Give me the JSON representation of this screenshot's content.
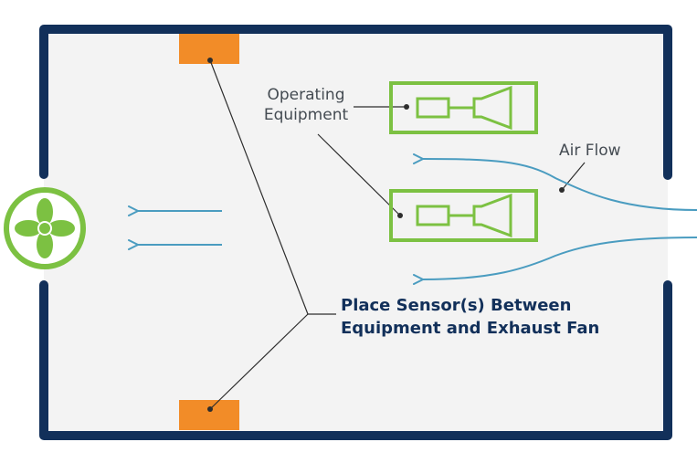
{
  "labels": {
    "operating_equipment": [
      "Operating",
      "Equipment"
    ],
    "air_flow": "Air Flow",
    "sensor_placement": [
      "Place Sensor(s) Between",
      "Equipment and Exhaust Fan"
    ]
  },
  "icons": [
    "exhaust-fan-icon",
    "sensor-icon",
    "equipment-icon",
    "airflow-arrow-icon"
  ],
  "colors": {
    "room_wall": "#12305a",
    "room_floor": "#f3f3f3",
    "sensor": "#f28c28",
    "equipment": "#7cc142",
    "airflow": "#4a9cc0",
    "leader_line": "#2d2d2d",
    "label_text": "#444b52",
    "callout_text": "#12305a"
  }
}
